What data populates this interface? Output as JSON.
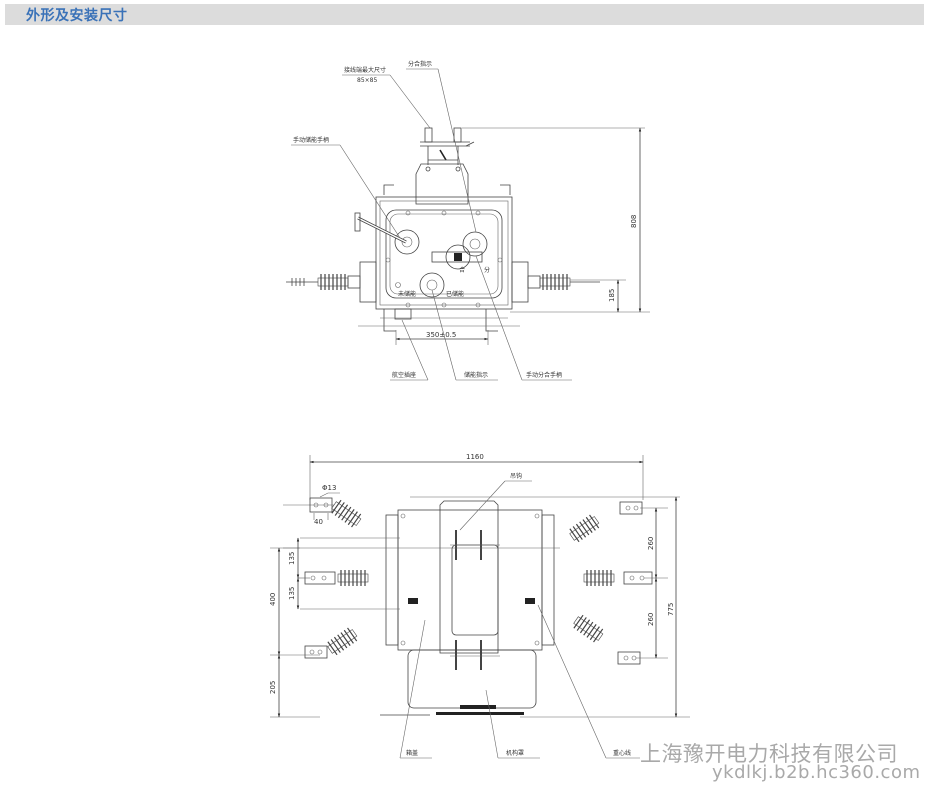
{
  "header": {
    "title": "外形及安装尺寸",
    "title_color": "#3a72b8",
    "bar_color": "#dcdcdc"
  },
  "front_view": {
    "labels": {
      "terminal_max_size": "接线端最大尺寸",
      "terminal_max_size_value": "85×85",
      "open_close_indicator": "分合指示",
      "manual_charging_handle": "手动储能手柄",
      "aviation_plug": "航空插座",
      "charging_indicator": "储能指示",
      "manual_open_close_handle": "手动分合手柄",
      "not_charged": "未储能",
      "charged": "已储能",
      "close": "合",
      "open": "分"
    },
    "dimensions": {
      "overall_height": "808",
      "terminal_height": "185",
      "mounting_width": "350±0.5"
    }
  },
  "top_view": {
    "labels": {
      "lifting_hook": "吊钩",
      "hole_diameter": "Φ13",
      "terminal_width": "40",
      "cover": "箱盖",
      "mechanism_cover": "机构罩",
      "center_of_gravity_line": "重心线"
    },
    "dimensions": {
      "overall_width": "1160",
      "left_spacing_1": "135",
      "left_spacing_2": "135",
      "left_span": "400",
      "bottom_offset": "205",
      "right_spacing_1": "260",
      "right_spacing_2": "260",
      "overall_depth": "775"
    }
  },
  "watermark": {
    "company": "上海豫开电力科技有限公司",
    "url": "ykdlkj.b2b.hc360.com"
  }
}
